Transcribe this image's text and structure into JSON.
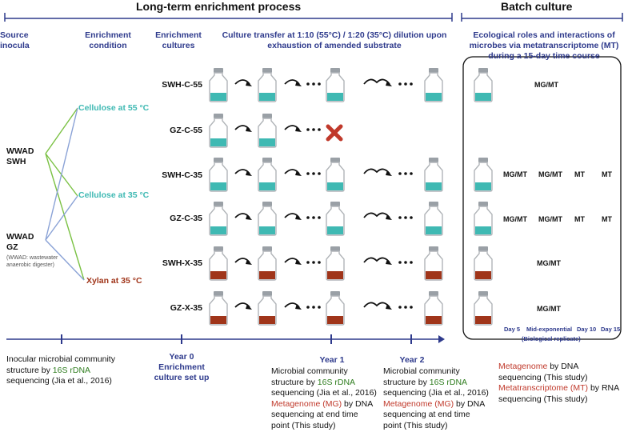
{
  "headers": {
    "long_term": "Long-term enrichment process",
    "batch": "Batch culture"
  },
  "columns": {
    "source": "Source inocula",
    "condition": "Enrichment condition",
    "cultures": "Enrichment cultures",
    "transfer": "Culture transfer at 1:10 (55°C) / 1:20 (35°C) dilution upon exhaustion of amended substrate",
    "batch_desc": "Ecological roles and interactions of microbes via metatranscriptome (MT) during a 15-day time course"
  },
  "sources": {
    "swh": "WWAD SWH",
    "gz": "WWAD GZ",
    "gz_note": "(WWAD: wastewater anaerobic digester)"
  },
  "conditions": {
    "cellulose55": "Cellulose at 55 °C",
    "cellulose35": "Cellulose at 35 °C",
    "xylan35": "Xylan at 35 °C"
  },
  "cultures": [
    {
      "name": "SWH-C-55",
      "medium": "cellulose",
      "row": "full",
      "batch": [
        "MG/MT"
      ]
    },
    {
      "name": "GZ-C-55",
      "medium": "cellulose",
      "row": "failed",
      "batch": []
    },
    {
      "name": "SWH-C-35",
      "medium": "cellulose",
      "row": "full",
      "batch": [
        "MG/MT",
        "MG/MT",
        "MT",
        "MT"
      ]
    },
    {
      "name": "GZ-C-35",
      "medium": "cellulose",
      "row": "full",
      "batch": [
        "MG/MT",
        "MG/MT",
        "MT",
        "MT"
      ]
    },
    {
      "name": "SWH-X-35",
      "medium": "xylan",
      "row": "full",
      "batch": [
        "MG/MT"
      ]
    },
    {
      "name": "GZ-X-35",
      "medium": "xylan",
      "row": "full",
      "batch": [
        "MG/MT"
      ]
    }
  ],
  "batch_days": {
    "day5": "Day 5",
    "mid": "Mid-exponential",
    "day10": "Day 10",
    "day15": "Day 15",
    "replicate": "(Biological replicate)"
  },
  "timeline": {
    "year0_a": "Year 0",
    "year0_b": "Enrichment",
    "year0_c": "culture set up",
    "year1": "Year 1",
    "year2": "Year 2"
  },
  "notes": {
    "n0_a": "Inocular microbial community",
    "n0_b": "structure by ",
    "n0_c": "16S rDNA",
    "n0_d": "sequencing (Jia et al., 2016)",
    "n1_a": "Microbial community",
    "n1_b": "structure by ",
    "n1_c": "16S rDNA",
    "n1_d": "sequencing (Jia et al., 2016)",
    "n1_e": "Metagenome (MG)",
    "n1_f": " by DNA",
    "n1_g": "sequencing at end time",
    "n1_h": "point (This study)",
    "b_a": "Metagenome",
    "b_b": " by DNA",
    "b_c": "sequencing (This study)",
    "b_d": "Metatranscriptome (MT)",
    "b_e": " by RNA",
    "b_f": "sequencing (This study)"
  },
  "colors": {
    "navy": "#2e3a8c",
    "teal": "#3fb9b3",
    "brown": "#a0351a",
    "green_line": "#7ac143",
    "blue_line": "#8aa2d6",
    "red_x": "#c0392b"
  },
  "icons": [
    "bottle-icon",
    "curved-arrow-icon",
    "ellipsis-icon",
    "cross-icon"
  ]
}
